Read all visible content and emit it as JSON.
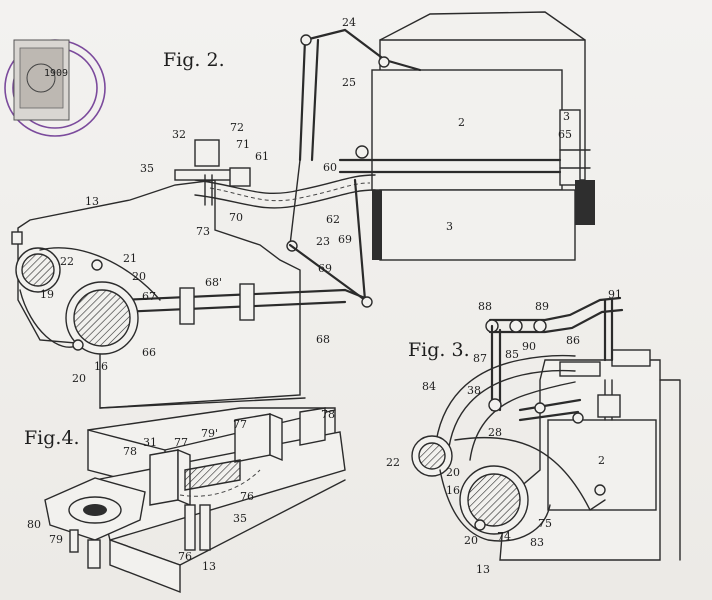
{
  "figures": {
    "fig2": "Fig. 2.",
    "fig3": "Fig. 3.",
    "fig4": "Fig.4."
  },
  "stamp": {
    "year": "1909"
  },
  "labels_fig2": [
    "24",
    "25",
    "2",
    "3",
    "65",
    "32",
    "72",
    "71",
    "61",
    "35",
    "60",
    "70",
    "73",
    "13",
    "62",
    "23",
    "69",
    "3",
    "22",
    "21",
    "20",
    "69",
    "19",
    "67",
    "68'",
    "66",
    "16",
    "20",
    "68"
  ],
  "labels_fig3": [
    "88",
    "89",
    "91",
    "87",
    "85",
    "90",
    "86",
    "84",
    "38",
    "28",
    "22",
    "20",
    "2",
    "16",
    "75",
    "20",
    "74",
    "83",
    "13"
  ],
  "labels_fig4": [
    "78",
    "31",
    "77",
    "79'",
    "77",
    "78",
    "76",
    "35",
    "80",
    "79",
    "76",
    "13"
  ]
}
